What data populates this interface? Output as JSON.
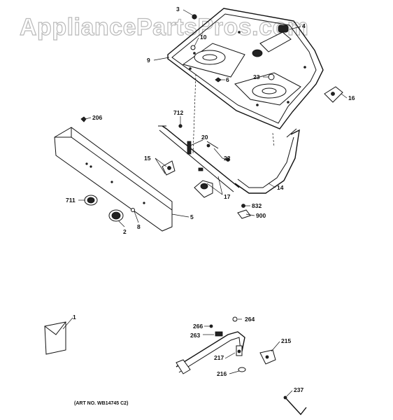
{
  "watermark": "AppliancePartsPros.com",
  "callouts": {
    "c1": "1",
    "c2": "2",
    "c3": "3",
    "c4": "4",
    "c5": "5",
    "c6": "6",
    "c8": "8",
    "c9": "9",
    "c10": "10",
    "c14": "14",
    "c15": "15",
    "c16": "16",
    "c17": "17",
    "c20": "20",
    "c22": "22",
    "c23": "23",
    "c206": "206",
    "c215": "215",
    "c216": "216",
    "c217": "217",
    "c237": "237",
    "c263": "263",
    "c264": "264",
    "c266": "266",
    "c711": "711",
    "c712": "712",
    "c832": "832",
    "c900": "900"
  },
  "art_number": "(ART NO. WB14745 C2)"
}
